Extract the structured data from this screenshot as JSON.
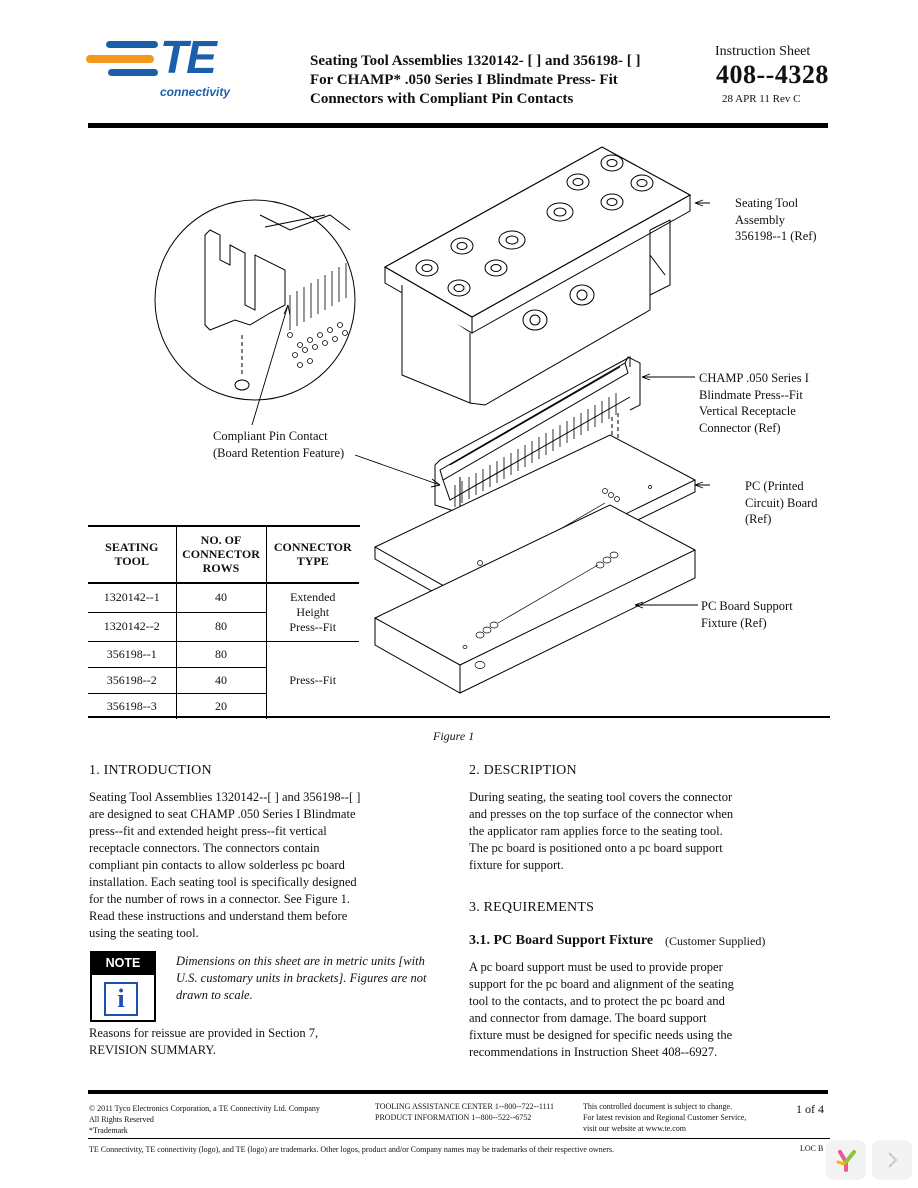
{
  "header": {
    "logo_text": "TE",
    "logo_sub": "connectivity",
    "title_line1": "Seating Tool Assemblies 1320142- [ ] and 356198- [ ]",
    "title_line2": "For CHAMP* .050 Series I Blindmate Press- Fit",
    "title_line3": "Connectors with Compliant Pin Contacts",
    "sheet_label": "Instruction Sheet",
    "sheet_number": "408--4328",
    "sheet_date": "28 APR 11 Rev C",
    "brand_colors": {
      "blue": "#1b5faa",
      "orange": "#f39a1e"
    }
  },
  "figure": {
    "callouts": {
      "seating_tool": [
        "Seating Tool",
        "Assembly",
        "356198--1 (Ref)"
      ],
      "champ": [
        "CHAMP .050 Series I",
        "Blindmate Press--Fit",
        "Vertical Receptacle",
        "Connector (Ref)"
      ],
      "pc_board": [
        "PC (Printed",
        "Circuit) Board",
        "(Ref)"
      ],
      "support": [
        "PC Board Support",
        "Fixture (Ref)"
      ],
      "compliant": [
        "Compliant Pin Contact",
        "(Board Retention Feature)"
      ]
    },
    "table": {
      "headers": [
        [
          "SEATING",
          "TOOL"
        ],
        [
          "NO. OF",
          "CONNECTOR",
          "ROWS"
        ],
        [
          "CONNECTOR",
          "TYPE"
        ]
      ],
      "rows": [
        {
          "tool": "1320142--1",
          "rows": "40"
        },
        {
          "tool": "1320142--2",
          "rows": "80"
        },
        {
          "tool": "356198--1",
          "rows": "80"
        },
        {
          "tool": "356198--2",
          "rows": "40"
        },
        {
          "tool": "356198--3",
          "rows": "20"
        }
      ],
      "type_extended": [
        "Extended",
        "Height",
        "Press--Fit"
      ],
      "type_pressfit": "Press--Fit"
    },
    "caption": "Figure 1"
  },
  "sections": {
    "intro": {
      "heading": "1. INTRODUCTION",
      "lines": [
        "Seating Tool Assemblies 1320142--[ ] and 356198--[ ]",
        "are designed to seat CHAMP .050 Series I Blindmate",
        "press--fit and extended height press--fit vertical",
        "receptacle connectors. The connectors contain",
        "compliant pin contacts to allow solderless pc board",
        "installation. Each seating tool is specifically designed",
        "for the number of rows in a connector. See Figure 1.",
        "Read these instructions and understand them before",
        "using the seating tool."
      ]
    },
    "note": {
      "label": "NOTE",
      "icon": "i",
      "lines": [
        "Dimensions on this sheet are in metric units [with",
        "U.S. customary units in brackets]. Figures are not",
        "drawn to scale."
      ]
    },
    "reissue": [
      "Reasons for reissue are provided in Section 7,",
      "REVISION SUMMARY."
    ],
    "description": {
      "heading": "2. DESCRIPTION",
      "lines": [
        "During seating, the seating tool covers the connector",
        "and presses on the top surface of the connector when",
        "the applicator ram applies force to the seating tool.",
        "The pc board is positioned onto a pc board support",
        "fixture for support."
      ]
    },
    "requirements": {
      "heading": "3. REQUIREMENTS",
      "sub_heading": "3.1. PC Board Support Fixture",
      "sub_note": "(Customer Supplied)",
      "lines": [
        "A pc board support must be used to provide proper",
        "support for the pc board and alignment of the seating",
        "tool to the contacts, and to protect the pc board and",
        "and connector from damage. The board support",
        "fixture must be designed for specific needs using the",
        "recommendations in Instruction Sheet 408--6927."
      ]
    }
  },
  "footer": {
    "col1": [
      "© 2011 Tyco Electronics Corporation, a TE Connectivity Ltd. Company",
      "All Rights Reserved",
      "*Trademark"
    ],
    "col2": [
      "TOOLING ASSISTANCE CENTER 1--800--722--1111",
      "PRODUCT INFORMATION 1--800--522--6752"
    ],
    "col3": [
      "This controlled document is subject to change.",
      "For latest revision and Regional Customer Service,",
      "visit our website at www.te.com"
    ],
    "page": "1 of 4",
    "trademark": "TE Connectivity, TE connectivity (logo), and TE (logo) are trademarks. Other logos, product and/or Company names may be trademarks of their respective owners.",
    "loc": "LOC B"
  }
}
